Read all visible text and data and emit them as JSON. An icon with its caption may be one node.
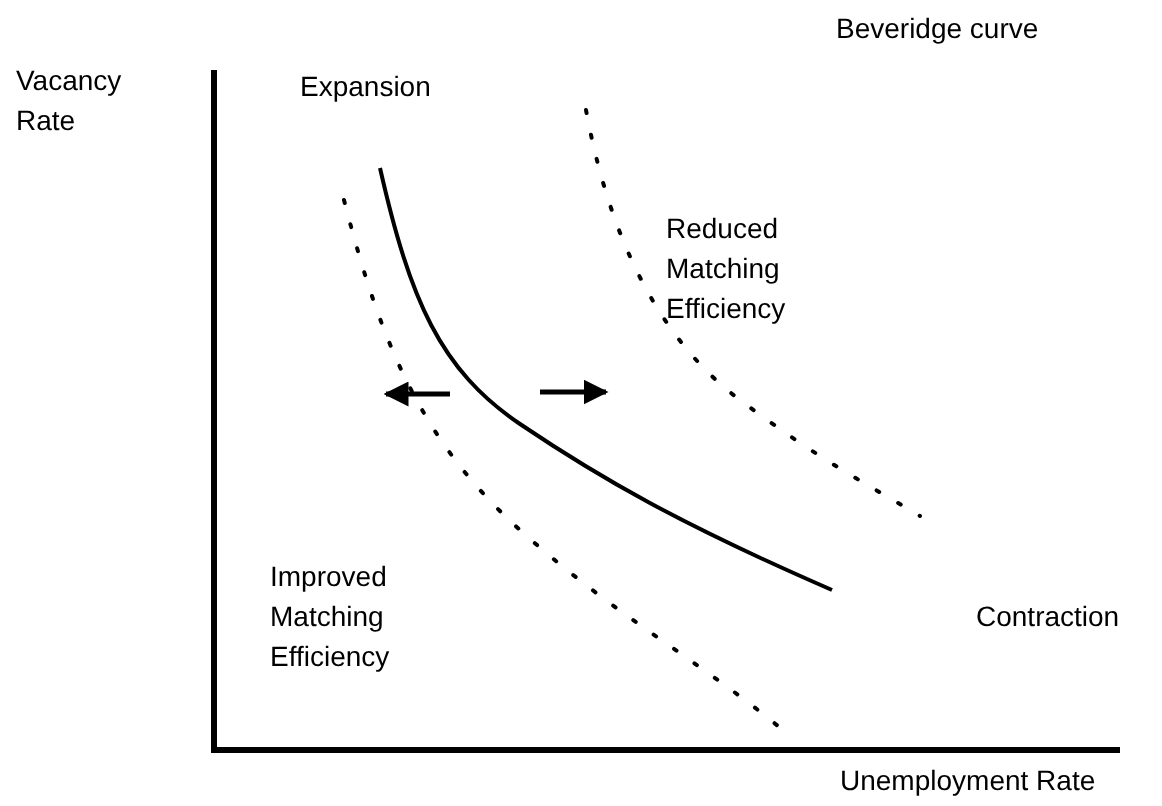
{
  "diagram": {
    "title": "Beveridge curve",
    "labels": [
      "Vacancy Rate",
      "Expansion",
      "Reduced Matching Efficiency",
      "Improved Matching Efficiency",
      "Contraction",
      "Unemployment Rate"
    ]
  }
}
